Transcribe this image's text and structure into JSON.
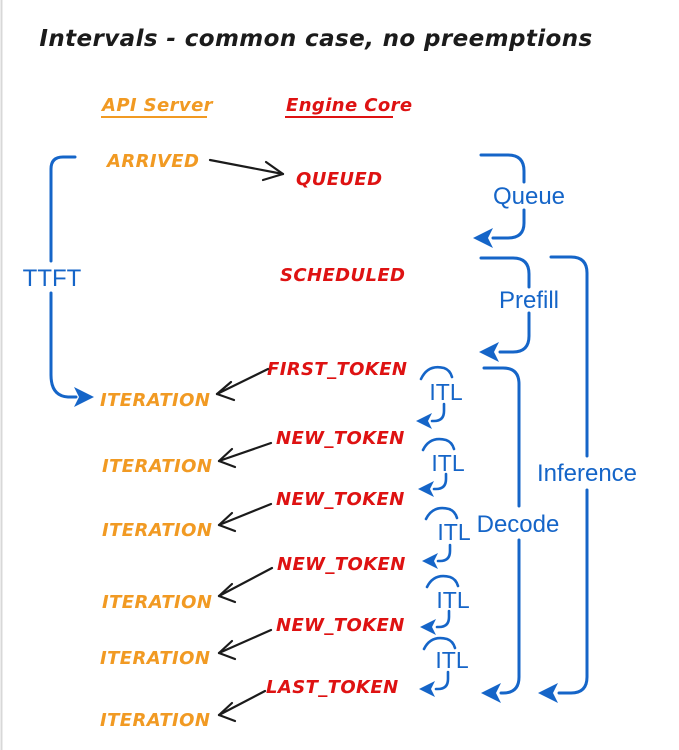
{
  "title": "Intervals - common case, no preemptions",
  "columns": {
    "api_server": "API Server",
    "engine_core": "Engine Core"
  },
  "api_events": {
    "arrived": "ARRIVED",
    "iteration": "ITERATION"
  },
  "engine_events": {
    "queued": "QUEUED",
    "scheduled": "SCHEDULED",
    "first_token": "FIRST_TOKEN",
    "new_token": "NEW_TOKEN",
    "last_token": "LAST_TOKEN"
  },
  "interval_labels": {
    "ttft": "TTFT",
    "queue": "Queue",
    "prefill": "Prefill",
    "itl": "ITL",
    "decode": "Decode",
    "inference": "Inference"
  },
  "counts": {
    "new_token_events": 4,
    "iterations": 6,
    "itl_intervals": 5
  },
  "colors": {
    "api_server_text": "#F19A23",
    "engine_core_text": "#DE1212",
    "interval_blue": "#1565C8",
    "connector_black": "#1B1B1B",
    "background": "#FFFFFF"
  }
}
